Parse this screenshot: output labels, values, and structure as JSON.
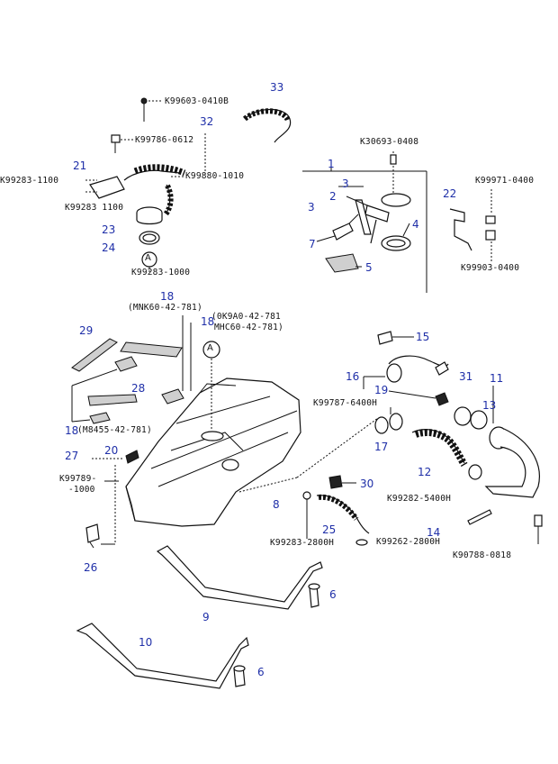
{
  "numbers": {
    "n33": "33",
    "n32": "32",
    "n21": "21",
    "n23": "23",
    "n24": "24",
    "n1": "1",
    "n3a": "3",
    "n2": "2",
    "n3b": "3",
    "n4": "4",
    "n7": "7",
    "n5": "5",
    "n22": "22",
    "n18": "18",
    "n18b": "18",
    "n29": "29",
    "n28": "28",
    "n18c": "18",
    "n27": "27",
    "n20": "20",
    "n26": "26",
    "n8": "8",
    "n15": "15",
    "n16": "16",
    "n19": "19",
    "n31": "31",
    "n11": "11",
    "n13": "13",
    "n17": "17",
    "n12": "12",
    "n30": "30",
    "n25": "25",
    "n14": "14",
    "n6a": "6",
    "n9": "9",
    "n10": "10",
    "n6b": "6"
  },
  "codes": {
    "c_k99603": "K99603-0410B",
    "c_k99786a": "K99786-0612",
    "c_k99283_1100a": "K99283-1100",
    "c_k99283_1100b": "K99283 1100",
    "c_k99880": "K99880-1010",
    "c_k99283_1000": "K99283-1000",
    "c_k30693": "K30693-0408",
    "c_k99971": "K99971-0400",
    "c_k99903": "K99903-0400",
    "c_mnk": "MNK60-42-781",
    "c_0k9a0": "0K9A0-42-781",
    "c_mhc": "MHC60-42-781",
    "c_m8455": "M8455-42-781",
    "c_k99789a": "K99789-",
    "c_k99789b": "-1000",
    "c_k99787": "K99787-6400H",
    "c_k99282_5400": "K99282-5400H",
    "c_k99283_2800": "K99283-2800H",
    "c_k99262_2800": "K99262-2800H",
    "c_k90788": "K90788-0818"
  },
  "symbols": {
    "delta": "A"
  }
}
